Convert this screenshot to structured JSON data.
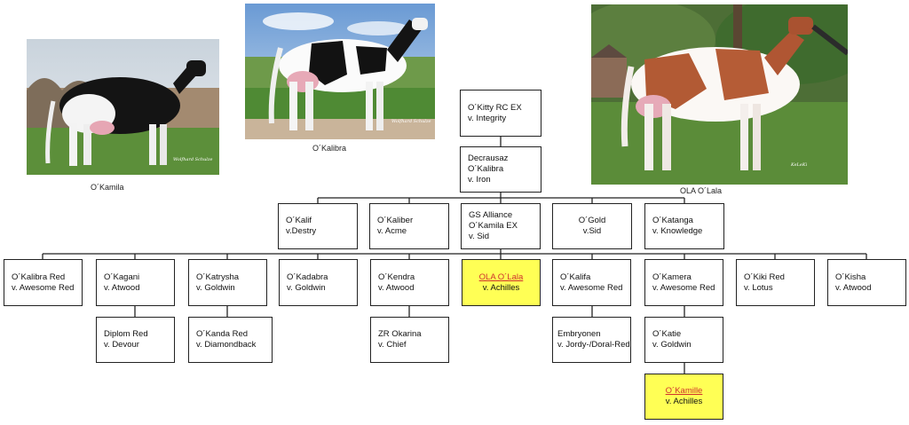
{
  "photos": {
    "kamila": {
      "caption": "O´Kamila",
      "watermark": "Wolfhard Schulze"
    },
    "kalibra": {
      "caption": "O´Kalibra",
      "watermark": "Wolfhard Schulze"
    },
    "lala": {
      "caption": "OLA O´Lala",
      "watermark": "KeLeKi"
    }
  },
  "tree": {
    "root": [
      "O´Kitty RC EX",
      "v. Integrity"
    ],
    "second": [
      "Decrausaz",
      "O´Kalibra",
      "v. Iron"
    ],
    "gen3": [
      [
        "O´Kalif",
        "v.Destry"
      ],
      [
        "O´Kaliber",
        "v. Acme"
      ],
      [
        "GS Alliance",
        "O´Kamila EX",
        "v. Sid"
      ],
      [
        "O´Gold",
        "v.Sid"
      ],
      [
        "O´Katanga",
        "v. Knowledge"
      ]
    ],
    "gen4": [
      [
        "O´Kalibra Red",
        "v. Awesome Red"
      ],
      [
        "O´Kagani",
        "v. Atwood"
      ],
      [
        "O´Katrysha",
        "v. Goldwin"
      ],
      [
        "O´Kadabra",
        "v. Goldwin"
      ],
      [
        "O´Kendra",
        "v. Atwood"
      ],
      [
        "OLA O´Lala",
        "v. Achilles"
      ],
      [
        "O´Kalifa",
        "v. Awesome Red"
      ],
      [
        "O´Kamera",
        "v. Awesome Red"
      ],
      [
        "O´Kiki Red",
        "v. Lotus"
      ],
      [
        "O´Kisha",
        "v. Atwood"
      ]
    ],
    "gen5": [
      [
        "Diplom Red",
        "v. Devour"
      ],
      [
        "O´Kanda Red",
        "v. Diamondback"
      ],
      [
        "ZR Okarina",
        "v. Chief"
      ],
      [
        "Embryonen",
        "v. Jordy-/Doral-Red"
      ],
      [
        "O´Katie",
        "v. Goldwin"
      ]
    ],
    "gen6": [
      [
        "O´Kamille",
        "v. Achilles"
      ]
    ]
  },
  "colors": {
    "highlight": "#ffff55",
    "link": "#d0312d",
    "line": "#222222"
  }
}
